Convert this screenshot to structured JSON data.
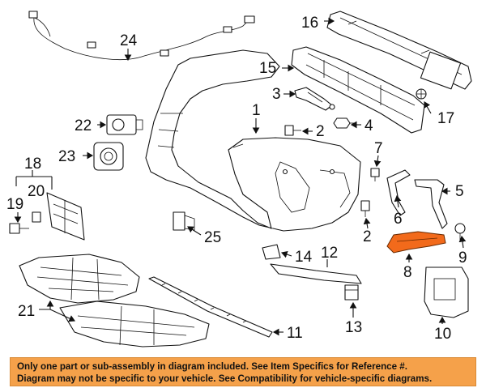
{
  "callouts": {
    "c1": "1",
    "c2a": "2",
    "c2b": "2",
    "c3": "3",
    "c4": "4",
    "c5": "5",
    "c6": "6",
    "c7": "7",
    "c8": "8",
    "c9": "9",
    "c10": "10",
    "c11": "11",
    "c12": "12",
    "c13": "13",
    "c14": "14",
    "c15": "15",
    "c16": "16",
    "c17": "17",
    "c18": "18",
    "c19": "19",
    "c20": "20",
    "c21": "21",
    "c22": "22",
    "c23": "23",
    "c24": "24",
    "c25": "25"
  },
  "highlighted_part": "8",
  "colors": {
    "highlight_part": "#f26a1b",
    "banner_background": "#f5a14a",
    "line_art": "#111111"
  },
  "banner": {
    "line1": "Only one part or sub-assembly in diagram included. See Item Specifics for Reference #.",
    "line2": "Diagram may not be specific to your vehicle. See Compatibility for vehicle-specific diagrams."
  }
}
